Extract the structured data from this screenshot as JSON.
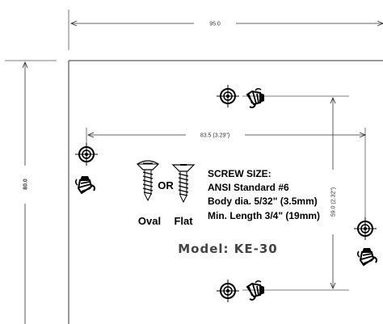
{
  "dimensions": {
    "overall_width": "95.0",
    "overall_height": "80.0",
    "hole_spacing_horizontal": "83.5 (3.29\")",
    "hole_spacing_vertical": "59.0 (2.32\")"
  },
  "screw_spec": {
    "title": "SCREW SIZE:",
    "standard": "ANSI Standard  #6",
    "body_dia": "Body dia. 5/32\" (3.5mm)",
    "min_length": "Min. Length 3/4\" (19mm)",
    "or_label": "OR",
    "oval_label": "Oval",
    "flat_label": "Flat"
  },
  "model": "Model: KE-30",
  "colors": {
    "line": "#333333",
    "text": "#000000",
    "model_text": "#444444"
  },
  "icons": [
    "mounting-hole-icon",
    "drill-icon",
    "oval-head-screw-icon",
    "flat-head-screw-icon",
    "arrowhead-icon"
  ]
}
